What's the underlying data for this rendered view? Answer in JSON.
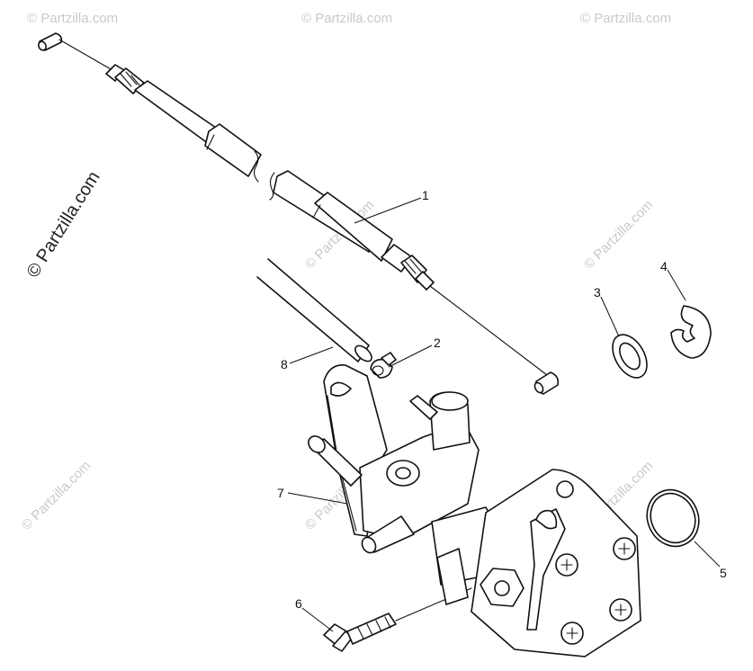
{
  "watermark": {
    "text": "© Partzilla.com",
    "color": "#c9c9c9",
    "main_color": "#222222"
  },
  "callouts": [
    "1",
    "2",
    "3",
    "4",
    "5",
    "6",
    "7",
    "8"
  ],
  "parts": [
    {
      "id": "1",
      "name": "throttle-cable-assembly"
    },
    {
      "id": "2",
      "name": "hose-clamp"
    },
    {
      "id": "3",
      "name": "washer"
    },
    {
      "id": "4",
      "name": "e-clip"
    },
    {
      "id": "5",
      "name": "o-ring"
    },
    {
      "id": "6",
      "name": "flange-bolt"
    },
    {
      "id": "7",
      "name": "pump-control-lever"
    },
    {
      "id": "8",
      "name": "oil-hose"
    }
  ],
  "colors": {
    "line": "#111111",
    "background": "#ffffff"
  }
}
